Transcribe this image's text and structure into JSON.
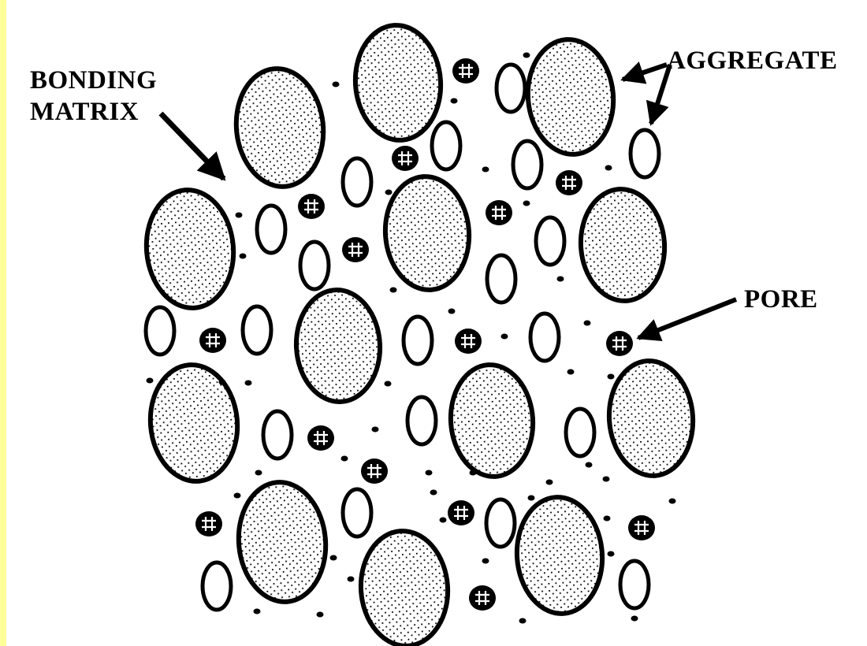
{
  "labels": {
    "bonding_line1": "BONDING",
    "bonding_line2": "MATRIX",
    "aggregate": "AGGREGATE",
    "pore": "PORE"
  },
  "colors": {
    "frame": "#ffff99",
    "background": "#ffffff",
    "ink": "#000000"
  }
}
